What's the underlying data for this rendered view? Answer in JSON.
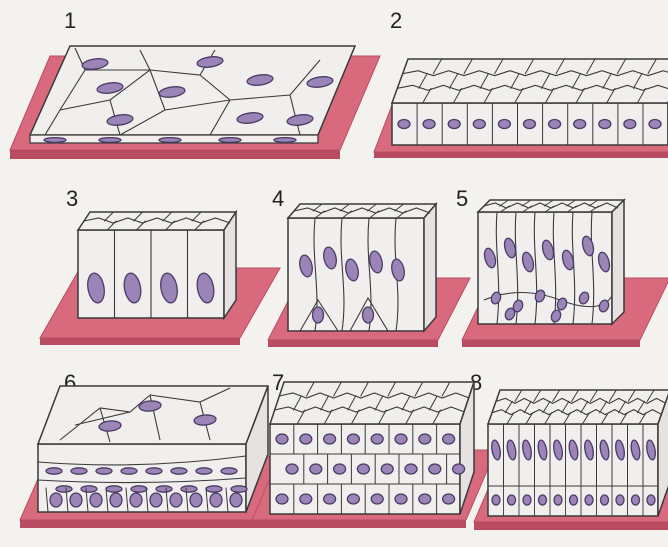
{
  "figure": {
    "panels": [
      {
        "label": "1"
      },
      {
        "label": "2"
      },
      {
        "label": "3"
      },
      {
        "label": "4"
      },
      {
        "label": "5"
      },
      {
        "label": "6"
      },
      {
        "label": "7"
      },
      {
        "label": "8"
      }
    ]
  },
  "colors": {
    "basement": "#d96a7e",
    "basement_edge": "#b84d62",
    "cell_fill": "#f1eeee",
    "cell_line": "#3a3a3a",
    "nucleus": "#9a84b8",
    "nucleus_edge": "#4a3d63",
    "background": "#f4f2ee"
  }
}
